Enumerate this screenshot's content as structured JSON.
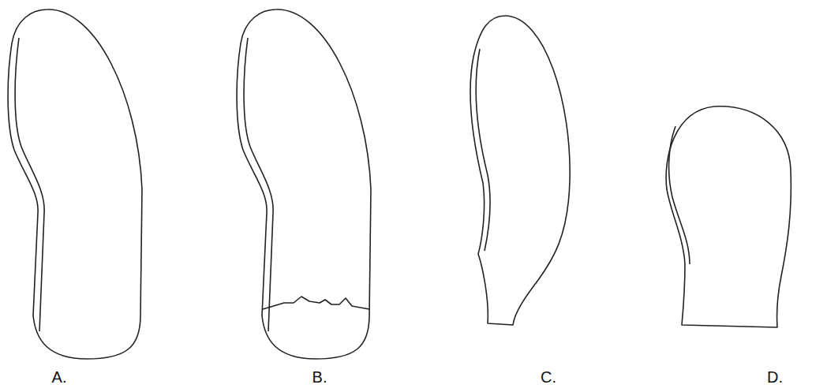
{
  "diagram": {
    "labels": [
      "A.",
      "B.",
      "C.",
      "D."
    ]
  }
}
